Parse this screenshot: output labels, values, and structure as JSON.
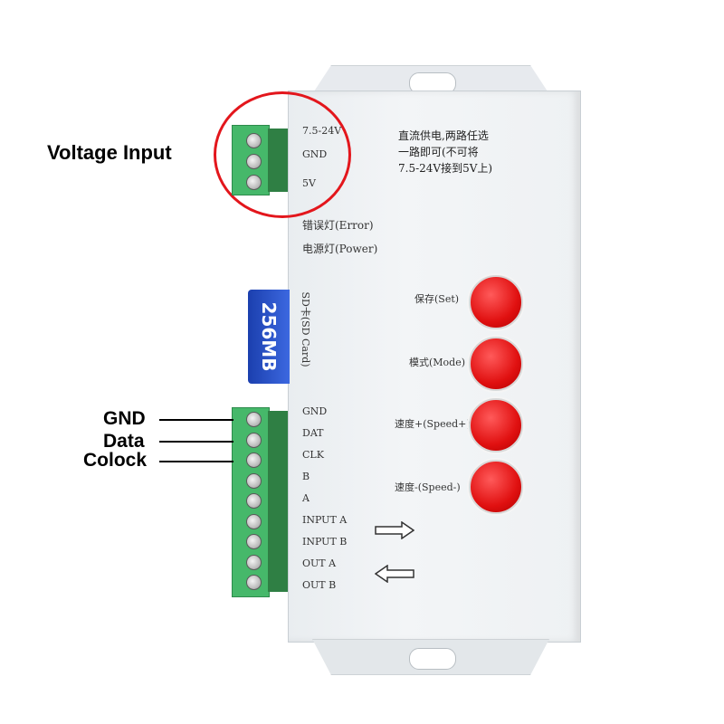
{
  "annotations": {
    "voltage_input": "Voltage Input",
    "gnd": "GND",
    "data": "Data",
    "clock": "Colock"
  },
  "power_terminals": [
    "7.5-24V",
    "GND",
    "5V"
  ],
  "power_note": [
    "直流供电,两路任选",
    "一路即可(不可将",
    "7.5-24V接到5V上)"
  ],
  "indicators": [
    "错误灯(Error)",
    "电源灯(Power)"
  ],
  "sd_card": {
    "slot_label": "SD卡(SD Card)",
    "card_text": "256MB"
  },
  "buttons": [
    "保存(Set)",
    "模式(Mode)",
    "速度+(Speed+)",
    "速度-(Speed-)"
  ],
  "signal_terminals": [
    "GND",
    "DAT",
    "CLK",
    "B",
    "A",
    "INPUT A",
    "INPUT B",
    "OUT A",
    "OUT B"
  ],
  "colors": {
    "highlight_circle": "#e3161c",
    "button_red": "#e01010",
    "terminal_green": "#46b86a",
    "sd_blue": "#2a52c8"
  },
  "icons": [
    "arrow-right-icon",
    "arrow-left-icon"
  ]
}
